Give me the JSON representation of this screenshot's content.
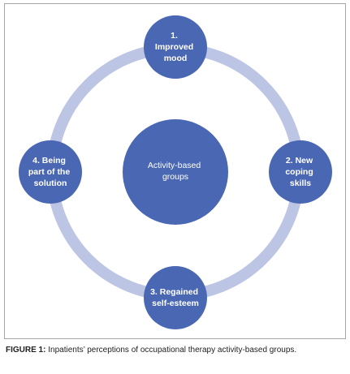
{
  "diagram": {
    "colors": {
      "node_fill": "#4a67b3",
      "ring_stroke": "#bdc5e4",
      "text": "#ffffff",
      "frame_border": "#a6a6a6"
    },
    "center": {
      "lines": [
        "Activity-based",
        "groups"
      ]
    },
    "nodes": [
      {
        "id": "top",
        "lines": [
          "1.",
          "Improved",
          "mood"
        ]
      },
      {
        "id": "right",
        "lines": [
          "2. New",
          "coping",
          "skills"
        ]
      },
      {
        "id": "bottom",
        "lines": [
          "3. Regained",
          "self-esteem"
        ]
      },
      {
        "id": "left",
        "lines": [
          "4. Being",
          "part of the",
          "solution"
        ]
      }
    ]
  },
  "caption": {
    "label": "FIGURE 1:",
    "text": "Inpatients’ perceptions of occupational therapy activity-based groups."
  }
}
